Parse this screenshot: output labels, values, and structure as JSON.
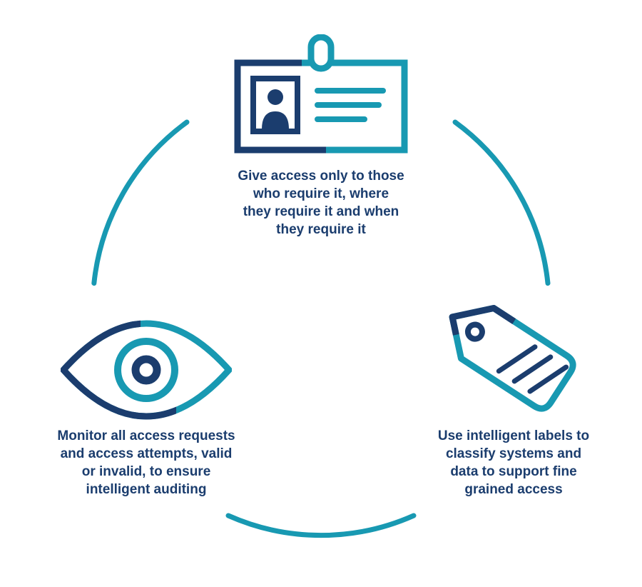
{
  "colors": {
    "teal": "#1899B2",
    "navy": "#1B3D6E",
    "background": "#FFFFFF"
  },
  "diagram": {
    "name": "access-control-cycle",
    "nodes": [
      {
        "id": "badge",
        "icon": "id-badge-icon",
        "caption_lines": [
          "Give access only to those",
          "who require it, where",
          "they require it and when",
          "they require it"
        ]
      },
      {
        "id": "tag",
        "icon": "tag-icon",
        "caption_lines": [
          "Use intelligent labels to",
          "classify systems and",
          "data to support fine",
          "grained access"
        ]
      },
      {
        "id": "eye",
        "icon": "eye-icon",
        "caption_lines": [
          "Monitor all access requests",
          "and access attempts, valid",
          "or invalid, to ensure",
          "intelligent auditing"
        ]
      }
    ]
  }
}
